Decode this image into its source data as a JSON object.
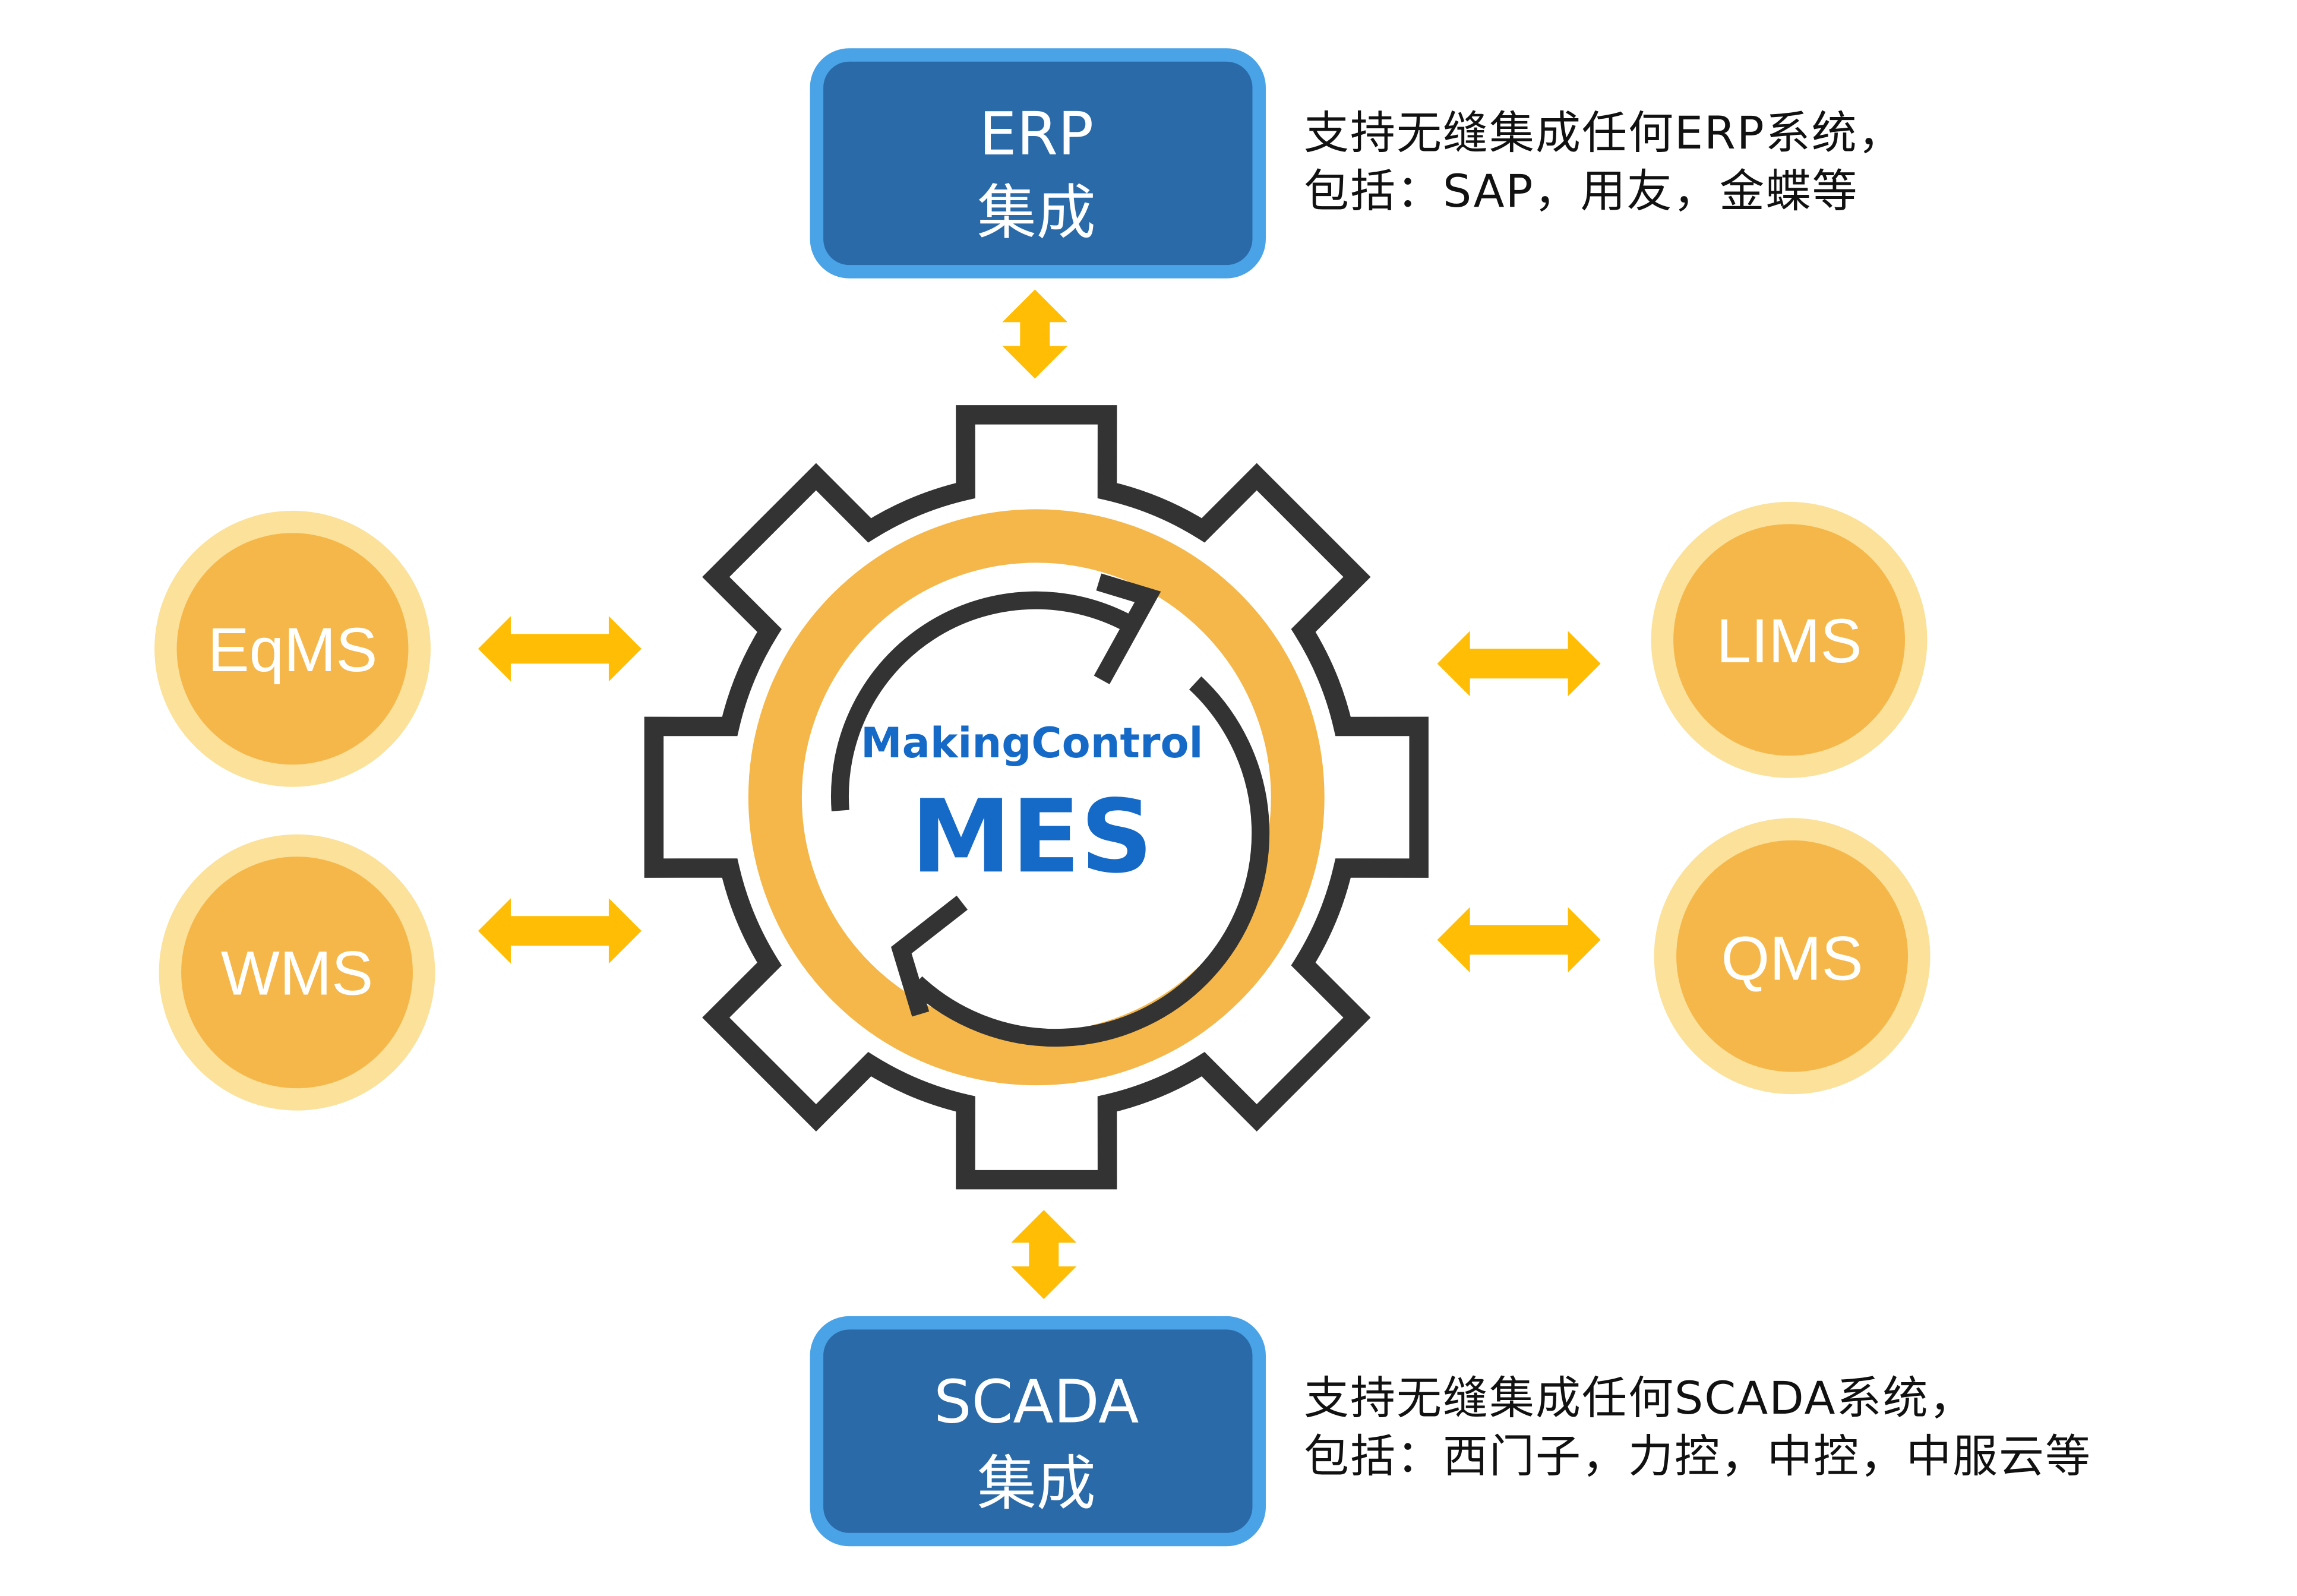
{
  "center": {
    "brand": "MakingControl",
    "product": "MES"
  },
  "top_box": {
    "line1": "ERP",
    "line2": "集成"
  },
  "bottom_box": {
    "line1": "SCADA",
    "line2": "集成"
  },
  "top_desc": {
    "line1": "支持无缝集成任何ERP系统，",
    "line2": "包括：SAP，用友，金蝶等"
  },
  "bottom_desc": {
    "line1": "支持无缝集成任何SCADA系统，",
    "line2": "包括：西门子，力控，中控，中服云等"
  },
  "left_nodes": [
    "EqMS",
    "WMS"
  ],
  "right_nodes": [
    "LIMS",
    "QMS"
  ],
  "colors": {
    "box_blue": "#2a6aa8",
    "box_border": "#4aa3e6",
    "node_orange": "#f5b74a",
    "node_ring": "#fbe19a",
    "arrow_yellow": "#ffbd05",
    "gear": "#333333",
    "mes_blue": "#1569c7"
  }
}
